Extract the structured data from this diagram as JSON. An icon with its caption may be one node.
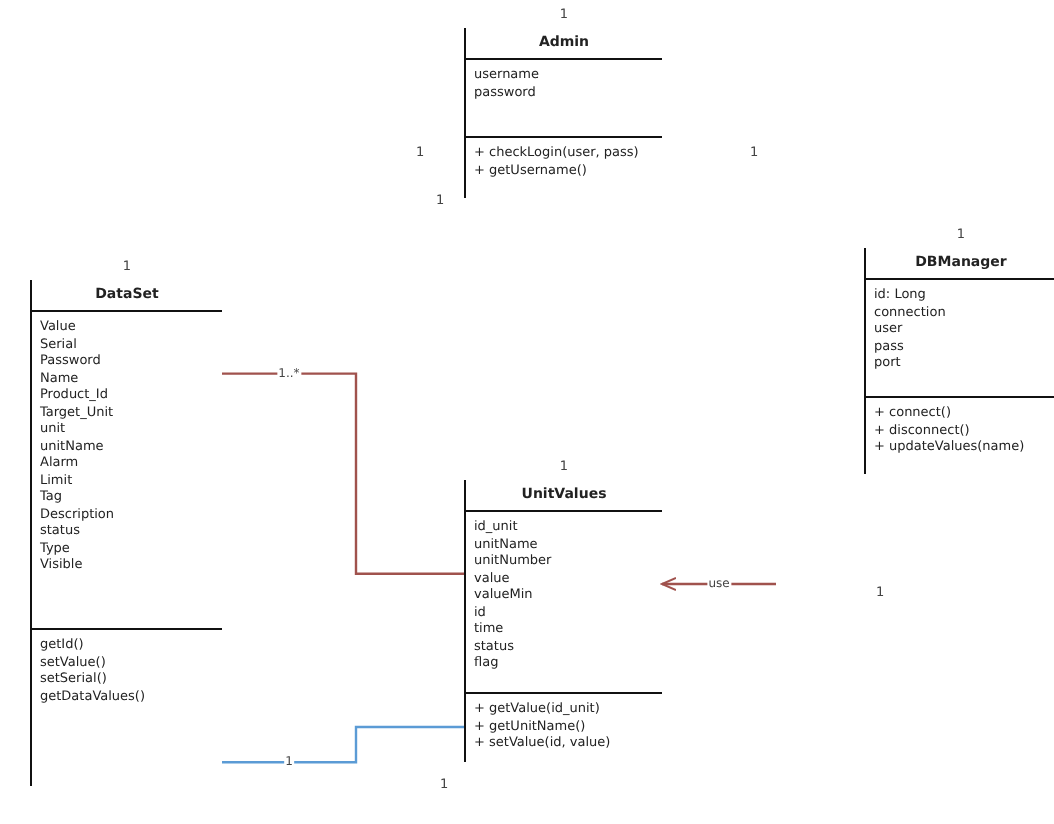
{
  "diagram": {
    "nodes": [
      {
        "text": [
          "Admin"
        ],
        "beside": [
          "1"
        ]
      },
      {
        "text": [
          "username",
          "password"
        ],
        "in": 0
      },
      {
        "text": [
          "+ checkLogin(user, pass)",
          "+ getUsername()"
        ],
        "in": 0
      },
      {
        "text": [
          "DataSet"
        ],
        "beside": [
          "1"
        ]
      },
      {
        "text": [
          "Value",
          "Serial",
          "Password",
          "Name",
          "Product_Id",
          "Target_Unit",
          "unit",
          "unitName",
          "Alarm",
          "Limit",
          "Tag",
          "Description",
          "status",
          "Type",
          "Visible"
        ],
        "in": 3
      },
      {
        "text": [
          "getId()",
          "setValue()",
          "setSerial()",
          "getDataValues()"
        ],
        "in": 3
      },
      {
        "text": [
          "UnitValues"
        ],
        "beside": [
          "1"
        ]
      },
      {
        "text": [
          "id_unit",
          "unitName",
          "unitNumber",
          "value",
          "valueMin",
          "id",
          "time",
          "status",
          "flag"
        ],
        "in": 6
      },
      {
        "text": [
          "+ getValue(id_unit)",
          "+ getUnitName()",
          "+ setValue(id, value)"
        ],
        "in": 6
      },
      {
        "text": [
          "DBManager"
        ],
        "beside": [
          "1"
        ]
      },
      {
        "text": [
          "id: Long",
          "connection",
          "user",
          "pass",
          "port"
        ],
        "in": 9
      },
      {
        "text": [
          "+ connect()",
          "+ disconnect()",
          "+ updateValues(name)"
        ],
        "in": 9
      }
    ],
    "edges": [
      {
        "from": 4,
        "to": 7,
        "arrow": "none",
        "label": "1..*"
      },
      {
        "from": 5,
        "to": 8,
        "arrow": "none",
        "label": "1",
        "color": "#5b9bd5"
      },
      {
        "from": null,
        "to": 7,
        "arrow": "to",
        "label": "use"
      }
    ],
    "labels": [
      "1",
      "1",
      "1",
      "1",
      "1"
    ]
  }
}
